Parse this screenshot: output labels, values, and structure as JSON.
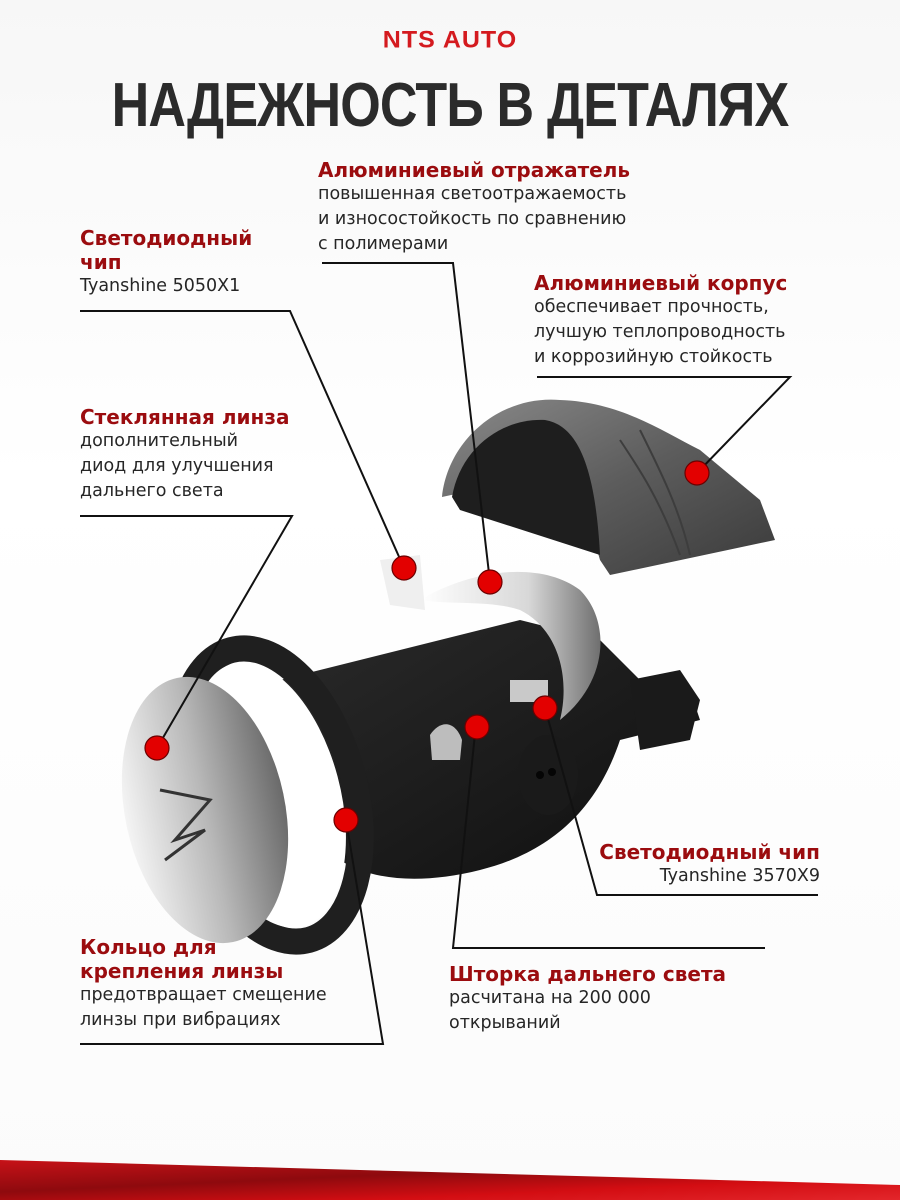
{
  "brand": "NTS AUTO",
  "title": "НАДЕЖНОСТЬ В ДЕТАЛЯХ",
  "colors": {
    "brand_red": "#d41a1f",
    "heading_red": "#9b0c0f",
    "marker_red": "#e30000",
    "title_dark": "#2b2b2b"
  },
  "callouts": {
    "reflector": {
      "heading": "Алюминиевый отражатель",
      "lines": [
        "повышенная светоотражаемость",
        "и износостойкость по сравнению",
        "с полимерами"
      ]
    },
    "led_chip_top": {
      "heading_l1": "Светодиодный",
      "heading_l2": "чип",
      "lines": [
        "Tyanshine 5050X1"
      ]
    },
    "housing": {
      "heading": "Алюминиевый корпус",
      "lines": [
        "обеспечивает прочность,",
        "лучшую теплопроводность",
        "и коррозийную стойкость"
      ]
    },
    "glass_lens": {
      "heading": "Стеклянная линза",
      "lines": [
        "дополнительный",
        "диод для улучшения",
        "дальнего света"
      ]
    },
    "led_chip_bottom": {
      "heading": "Светодиодный чип",
      "lines": [
        "Tyanshine 3570X9"
      ]
    },
    "lens_ring": {
      "heading_l1": "Кольцо для",
      "heading_l2": "крепления линзы",
      "lines": [
        "предотвращает смещение",
        "линзы при вибрациях"
      ]
    },
    "shutter": {
      "heading": "Шторка дальнего света",
      "lines": [
        "расчитана на 200 000",
        "открываний"
      ]
    }
  }
}
